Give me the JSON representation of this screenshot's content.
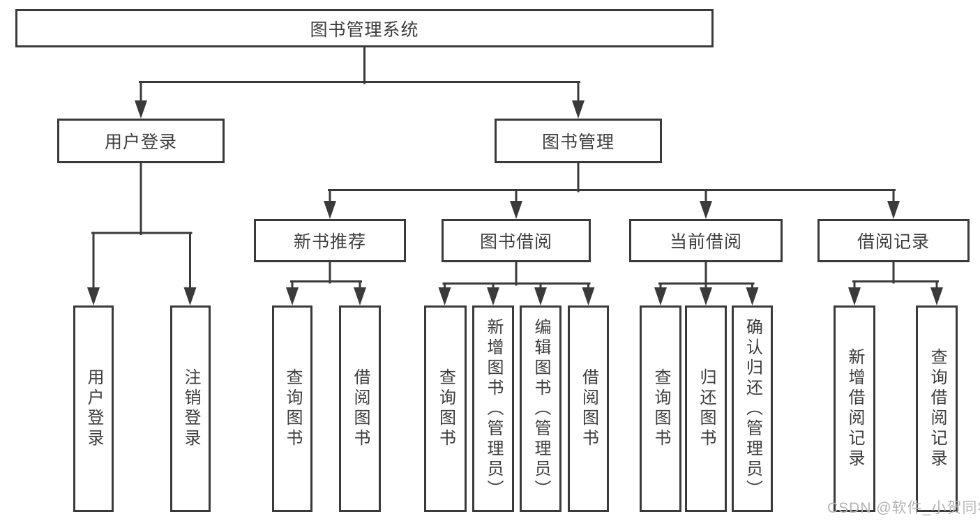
{
  "tree": {
    "label": "图书管理系统",
    "children": [
      {
        "label": "用户登录",
        "children": [
          {
            "label": "用户登录"
          },
          {
            "label": "注销登录"
          }
        ]
      },
      {
        "label": "图书管理",
        "children": [
          {
            "label": "新书推荐",
            "children": [
              {
                "label": "查询图书"
              },
              {
                "label": "借阅图书"
              }
            ]
          },
          {
            "label": "图书借阅",
            "children": [
              {
                "label": "查询图书"
              },
              {
                "label": "新增图书（管理员）"
              },
              {
                "label": "编辑图书（管理员）"
              },
              {
                "label": "借阅图书"
              }
            ]
          },
          {
            "label": "当前借阅",
            "children": [
              {
                "label": "查询图书"
              },
              {
                "label": "归还图书"
              },
              {
                "label": "确认归还（管理员）"
              }
            ]
          },
          {
            "label": "借阅记录",
            "children": [
              {
                "label": "新增借阅记录"
              },
              {
                "label": "查询借阅记录"
              }
            ]
          }
        ]
      }
    ]
  },
  "watermark": {
    "text": "CSDN @软件_小贺同学"
  },
  "colors": {
    "line": "#3a3a3a",
    "text": "#3d3d3d",
    "box_background": "#ffffff",
    "page_background": "#ffffff",
    "watermark": "#b4b4b4"
  }
}
